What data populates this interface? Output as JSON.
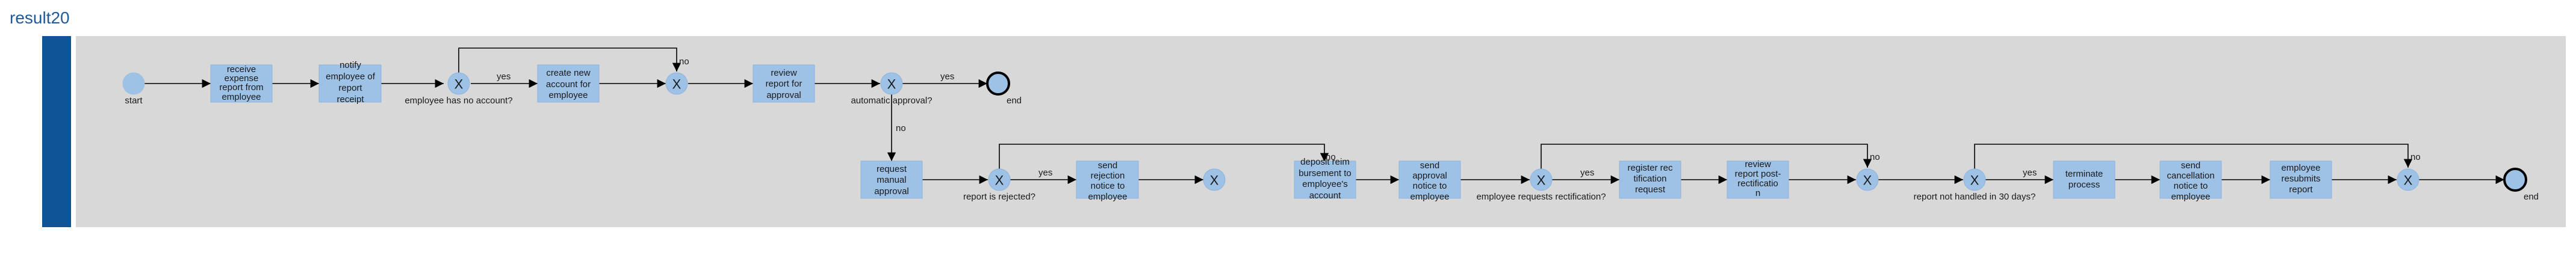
{
  "title": "result20",
  "colors": {
    "pool_bar": "#0e5496",
    "lane": "#d8d8d8",
    "task_fill": "#9ec1e6",
    "title": "#1f5a99"
  },
  "events": {
    "start": "start",
    "end_1": "end",
    "end_2": "end"
  },
  "tasks": {
    "receive_report": [
      "receive",
      "expense",
      "report from",
      "employee"
    ],
    "notify_employee": [
      "notify",
      "employee of",
      "report",
      "receipt"
    ],
    "create_account": [
      "create new",
      "account for",
      "employee"
    ],
    "review_report": [
      "review",
      "report for",
      "approval"
    ],
    "manual_approval": [
      "request",
      "manual",
      "approval"
    ],
    "send_rejection": [
      "send",
      "rejection",
      "notice to",
      "employee"
    ],
    "deposit_reimbursement": [
      "deposit reim",
      "bursement to",
      "employee's",
      "account"
    ],
    "send_approval": [
      "send",
      "approval",
      "notice to",
      "employee"
    ],
    "register_rectification": [
      "register rec",
      "tification",
      "request"
    ],
    "review_post_rectification": [
      "review",
      "report post-",
      "rectificatio",
      "n"
    ],
    "terminate_process": [
      "terminate",
      "process"
    ],
    "send_cancellation": [
      "send",
      "cancellation",
      "notice to",
      "employee"
    ],
    "employee_resubmits": [
      "employee",
      "resubmits",
      "report"
    ]
  },
  "gateways": {
    "symbol": "X",
    "no_account": "employee has no account?",
    "automatic_approval": "automatic approval?",
    "rejected": "report is rejected?",
    "rectification": "employee requests rectification?",
    "not_handled": "report not handled in 30 days?"
  },
  "flow_labels": {
    "yes": "yes",
    "no": "no"
  }
}
